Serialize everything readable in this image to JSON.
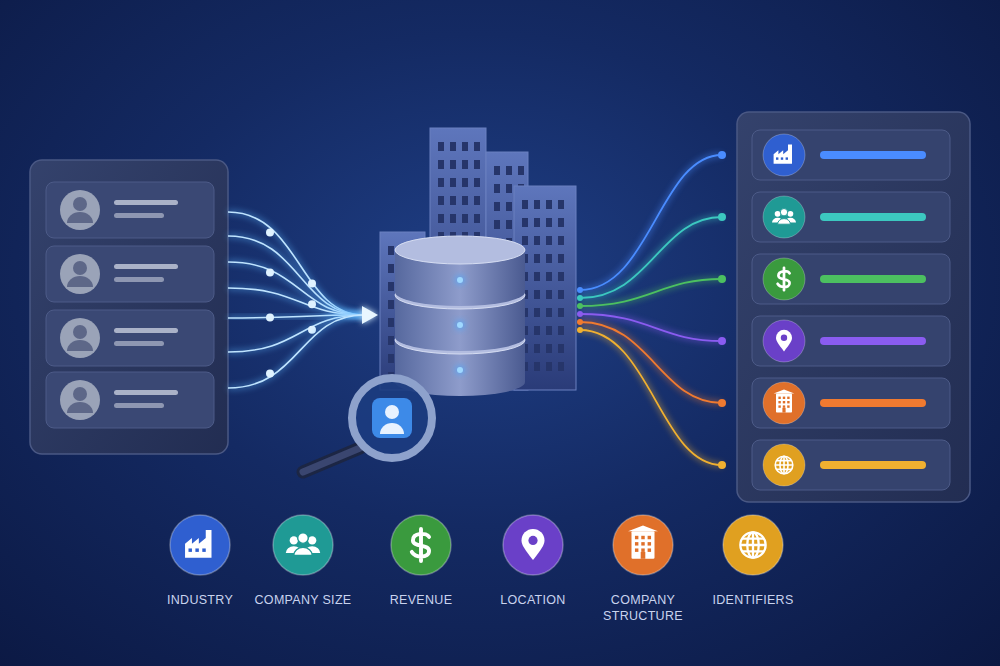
{
  "diagram": {
    "nodes": [
      {
        "text": [
          "INDUSTRY"
        ]
      },
      {
        "text": [
          "COMPANY SIZE"
        ]
      },
      {
        "text": [
          "REVENUE"
        ]
      },
      {
        "text": [
          "LOCATION"
        ]
      },
      {
        "text": [
          "COMPANY STRUCTURE"
        ]
      },
      {
        "text": [
          "IDENTIFIERS"
        ]
      }
    ]
  }
}
